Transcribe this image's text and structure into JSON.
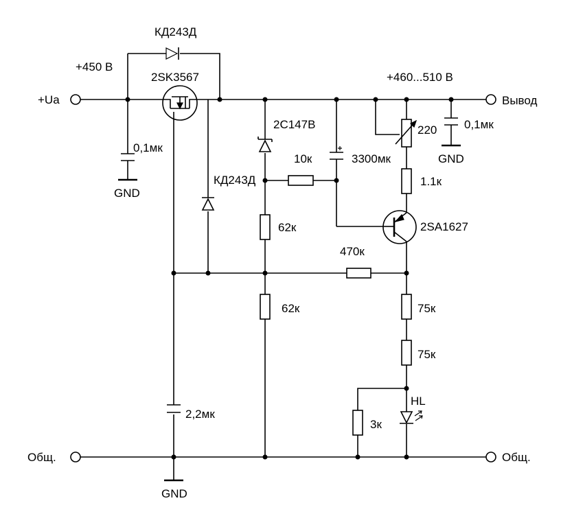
{
  "labels": {
    "vin_terminal": "+Ua",
    "vout_terminal": "Вывод",
    "common_left": "Общ.",
    "common_right": "Общ.",
    "voltage_in": "+450 В",
    "voltage_out": "+460...510 В",
    "mosfet": "2SK3567",
    "diode_top": "КД243Д",
    "diode_protect": "КД243Д",
    "zener": "2С147В",
    "transistor": "2SA1627",
    "c_input": "0,1мк",
    "c_output": "0,1мк",
    "c_main": "3300мк",
    "c_gate": "2,2мк",
    "r_10k": "10к",
    "r_62k_upper": "62к",
    "r_62k_lower": "62к",
    "r_470k": "470к",
    "r_75k_upper": "75к",
    "r_75k_lower": "75к",
    "r_3k": "3к",
    "r_1k1": "1.1к",
    "trimmer": "220",
    "led": "HL",
    "gnd_input": "GND",
    "gnd_output": "GND",
    "gnd_bottom": "GND"
  }
}
